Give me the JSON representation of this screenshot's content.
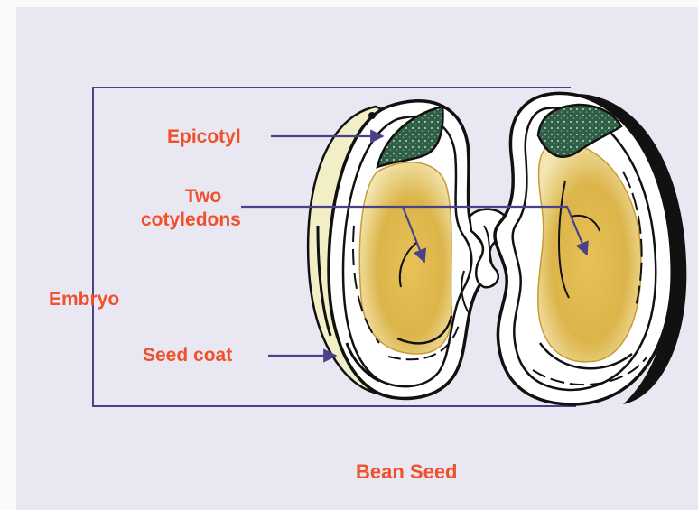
{
  "labels": {
    "epicotyl": "Epicotyl",
    "two": "Two",
    "cotyledons": "cotyledons",
    "embryo": "Embryo",
    "seed_coat": "Seed coat",
    "caption": "Bean Seed"
  },
  "colors": {
    "label_text": "#f0502a",
    "pointer_line": "#4a4288",
    "panel_background": "#e9e7f1",
    "cotyledon_fill": "#e3b94a",
    "seed_coat_fill": "#f2efc6",
    "epicotyl_leaf": "#2e5e45"
  }
}
